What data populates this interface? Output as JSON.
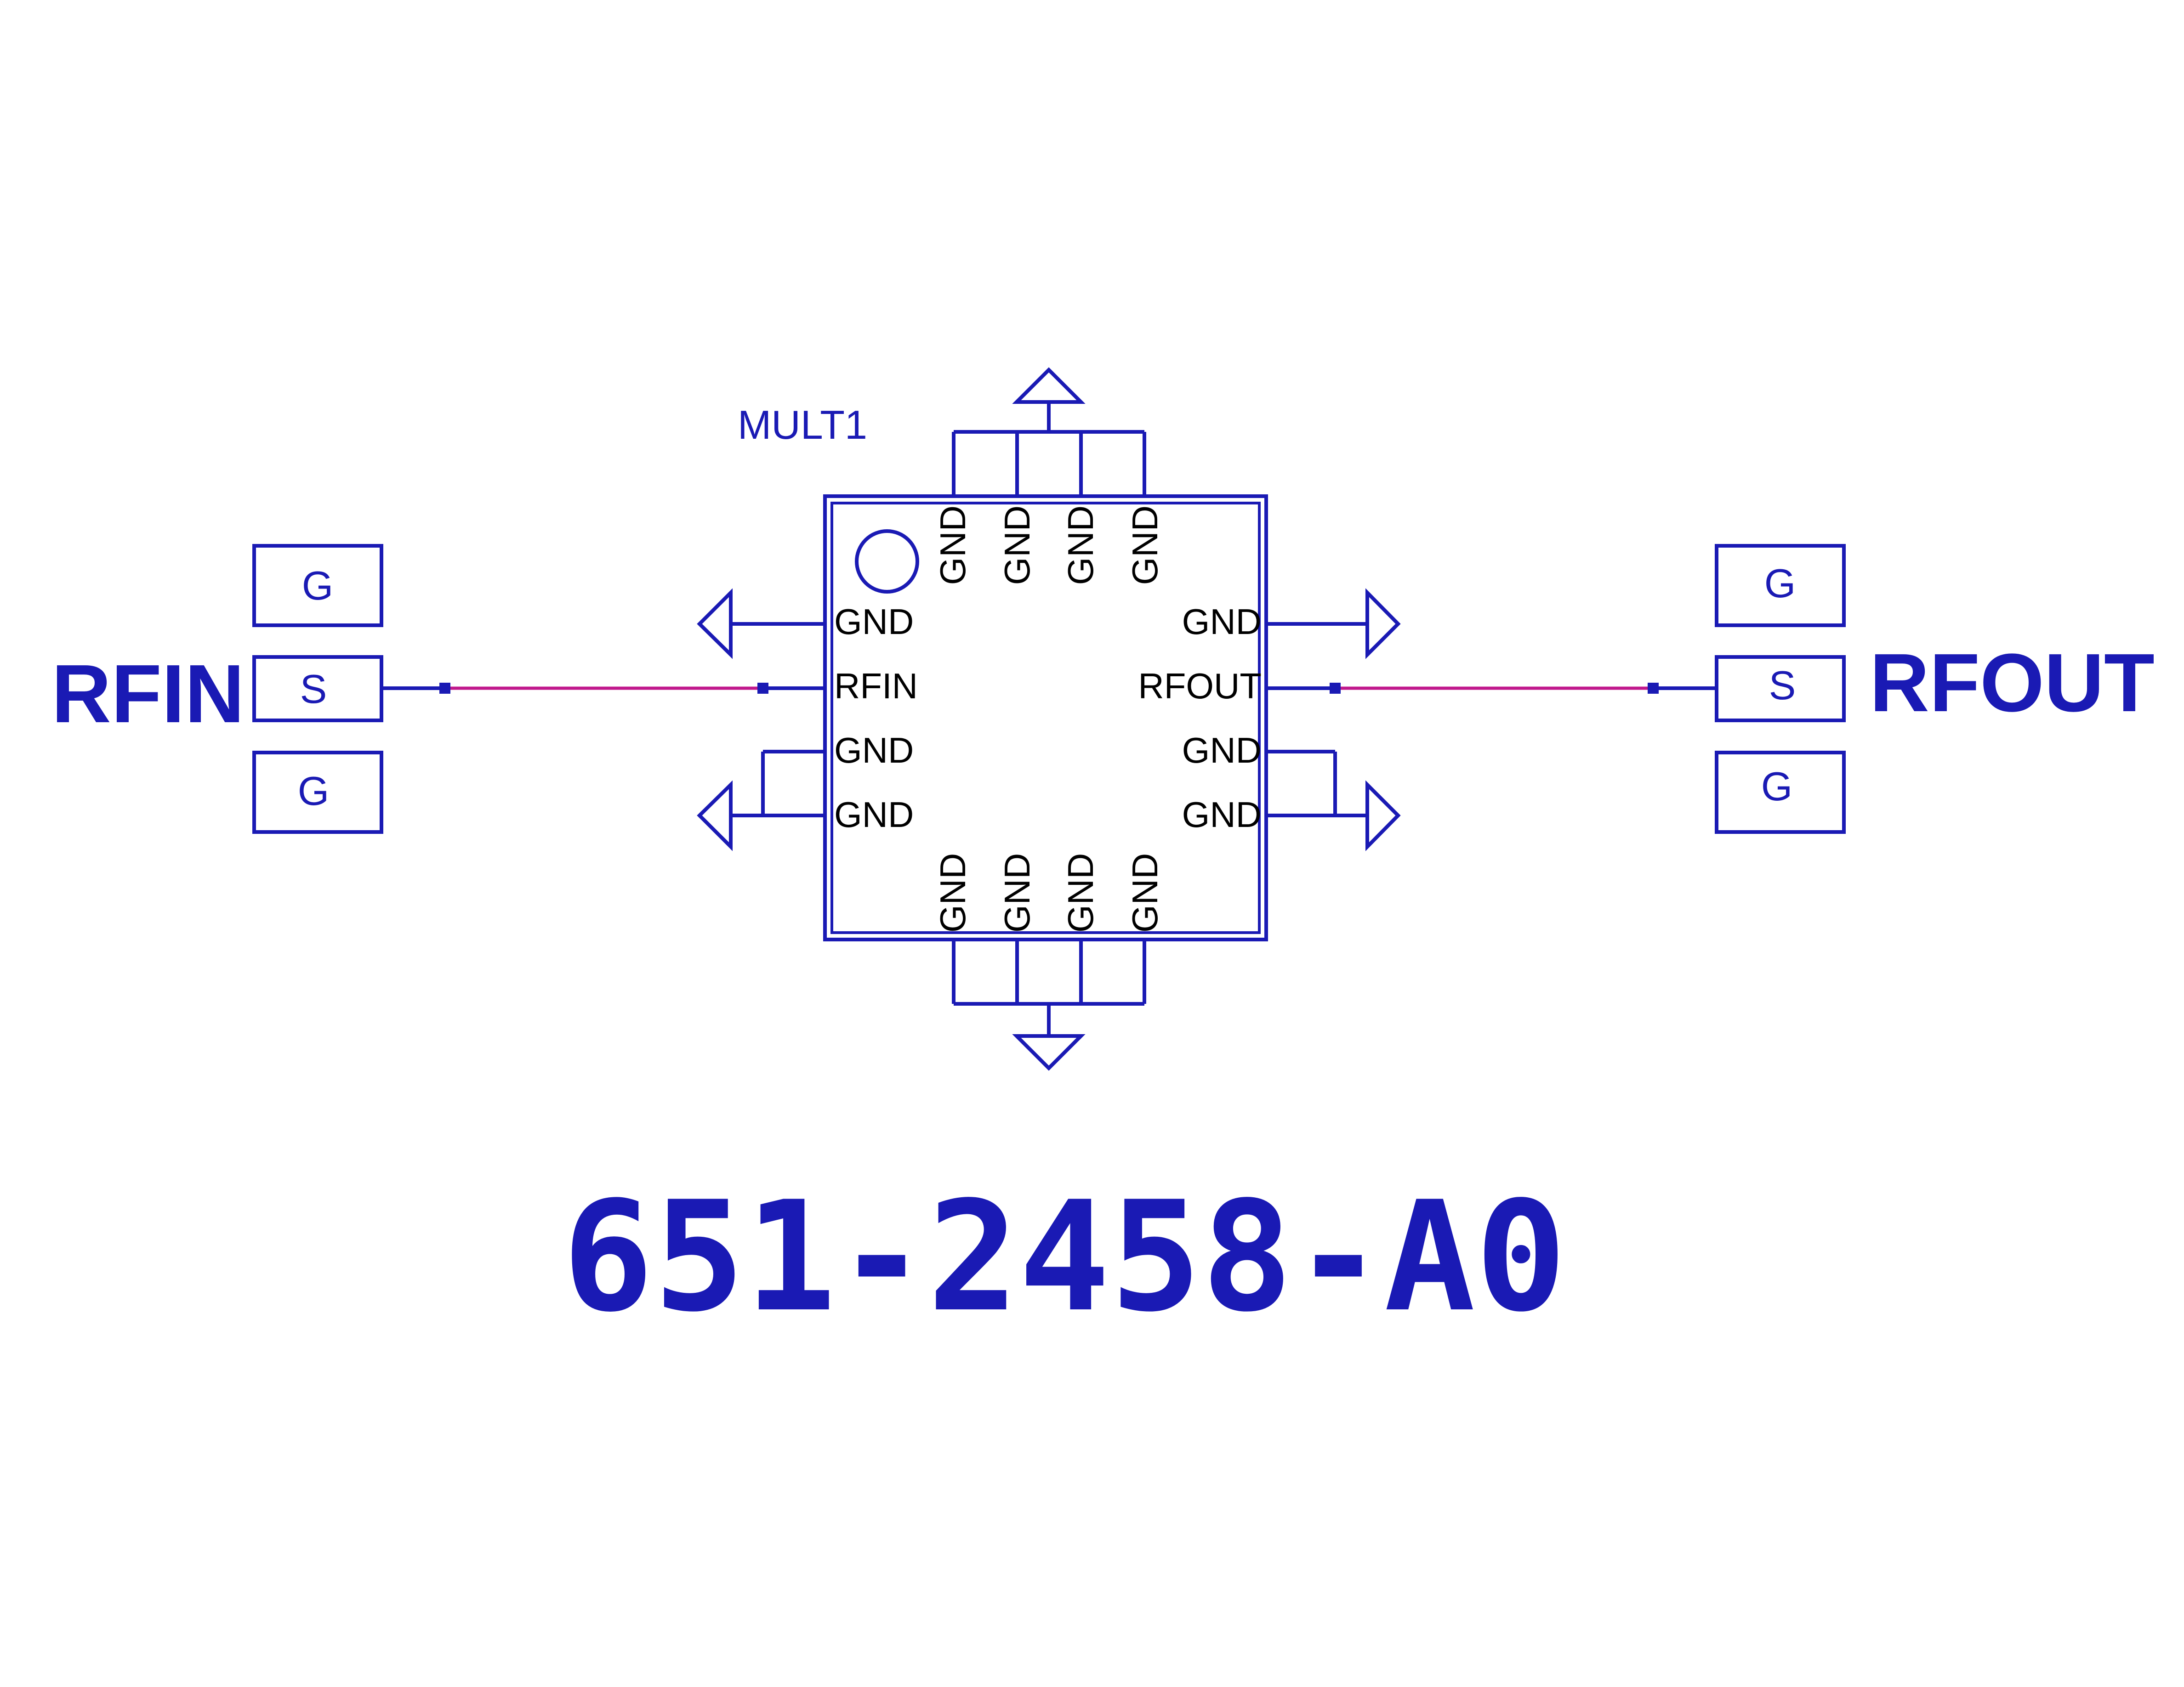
{
  "component": {
    "ref_designator": "MULT1",
    "pins": {
      "left": [
        "GND",
        "RFIN",
        "GND",
        "GND"
      ],
      "right": [
        "GND",
        "RFOUT",
        "GND",
        "GND"
      ],
      "top": [
        "GND",
        "GND",
        "GND",
        "GND"
      ],
      "bottom": [
        "GND",
        "GND",
        "GND",
        "GND"
      ]
    }
  },
  "probe_left": {
    "pads": [
      "G",
      "S",
      "G"
    ],
    "port_label": "RFIN"
  },
  "probe_right": {
    "pads": [
      "G",
      "S",
      "G"
    ],
    "port_label": "RFOUT"
  },
  "part_number": "651-2458-A0",
  "colors": {
    "wire": "#1a1ab4",
    "net": "#c0188c",
    "pin_text": "#000000"
  }
}
